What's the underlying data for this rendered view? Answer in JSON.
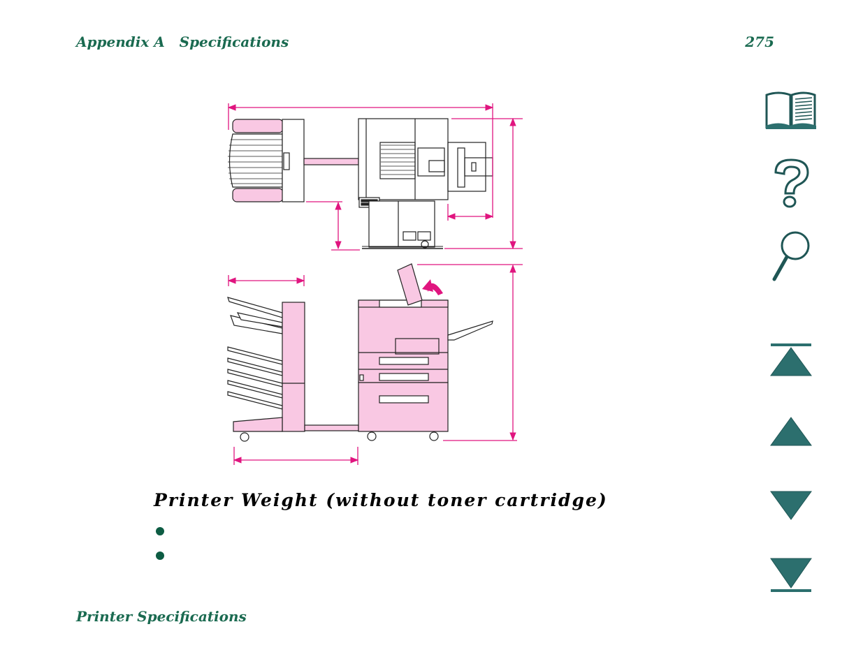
{
  "header": {
    "left": "Appendix A   Specifications",
    "page_number": "275"
  },
  "section": {
    "title": "Printer Weight (without toner cartridge)",
    "bullets": [
      "",
      ""
    ]
  },
  "footer": {
    "title": "Printer Specifications"
  },
  "nav_icons": [
    "book-icon",
    "help-icon",
    "search-icon",
    "first-page-icon",
    "previous-page-icon",
    "next-page-icon",
    "last-page-icon"
  ],
  "colors": {
    "header_text": "#1a6a50",
    "dimension_arrow": "#e0157f",
    "printer_fill": "#f9c8e3",
    "nav_icon": "#2c6f6e"
  }
}
